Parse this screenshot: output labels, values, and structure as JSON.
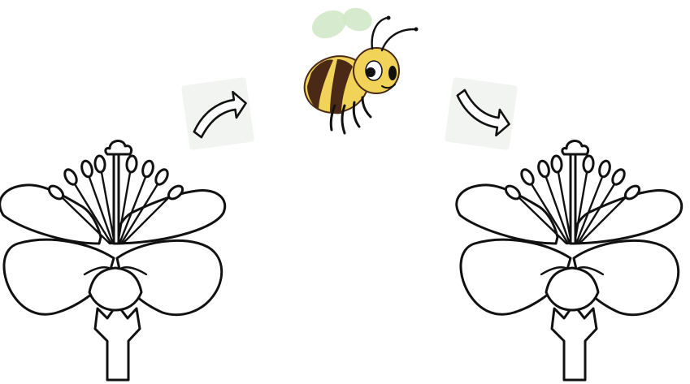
{
  "diagram": {
    "type": "pollination-illustration",
    "elements": [
      {
        "id": "flower-left",
        "kind": "flower",
        "style": "line-drawing"
      },
      {
        "id": "arrow-left",
        "kind": "arrow",
        "direction": "up-right"
      },
      {
        "id": "bee",
        "kind": "bee",
        "style": "cartoon"
      },
      {
        "id": "arrow-right",
        "kind": "arrow",
        "direction": "down-right"
      },
      {
        "id": "flower-right",
        "kind": "flower",
        "style": "line-drawing"
      }
    ],
    "colors": {
      "outline": "#111111",
      "background": "#ffffff",
      "bee_yellow": "#f2d35a",
      "bee_stripe": "#4a2a16",
      "wing": "#cfe8c4",
      "arrow_bg": "#f1f4f0"
    },
    "icons": [
      "flower-icon",
      "arrow-icon",
      "bee-icon"
    ]
  }
}
